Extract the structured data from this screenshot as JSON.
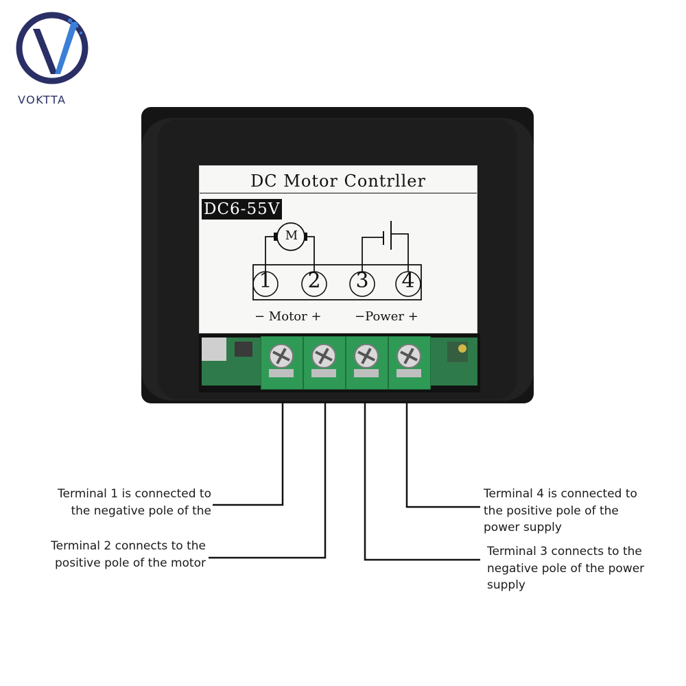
{
  "brand": {
    "name": "VOKTTA",
    "colors": {
      "primary": "#2a2f66",
      "accent": "#3b7fd6"
    }
  },
  "device": {
    "body_color": "#1b1b1b",
    "pcb_color": "#2f7a4a",
    "terminal_color": "#2f9a56",
    "label": {
      "title": "DC Motor Contrller",
      "voltage": "DC6-55V",
      "motor_symbol": "M",
      "terminals": [
        "1",
        "2",
        "3",
        "4"
      ],
      "motor_group_label": "− Motor +",
      "power_group_label": "−Power +"
    }
  },
  "callouts": [
    {
      "terminal": "1",
      "text_lines": [
        "Terminal 1 is connected to",
        "the negative pole of the"
      ]
    },
    {
      "terminal": "2",
      "text_lines": [
        "Terminal 2 connects to the",
        "positive pole of the motor"
      ]
    },
    {
      "terminal": "3",
      "text_lines": [
        "Terminal 3 connects to the",
        "negative pole of the power",
        "supply"
      ]
    },
    {
      "terminal": "4",
      "text_lines": [
        "Terminal 4 is connected to",
        "the positive pole of the",
        "power supply"
      ]
    }
  ]
}
